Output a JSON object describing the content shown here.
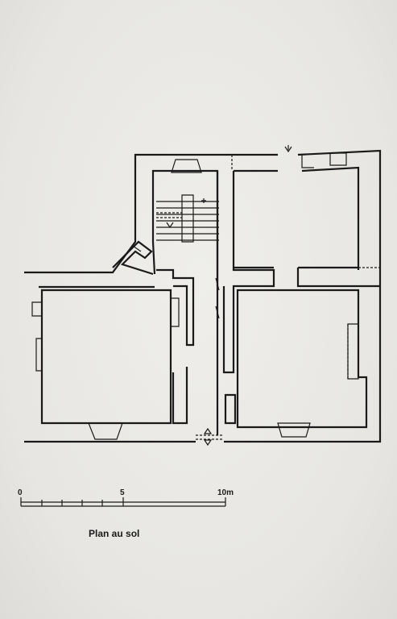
{
  "caption": "Plan au sol",
  "scale": {
    "ticks": [
      "0",
      "5",
      "10m"
    ]
  },
  "colors": {
    "ink": "#1a1a1a",
    "paper": "#e9e8e4"
  }
}
